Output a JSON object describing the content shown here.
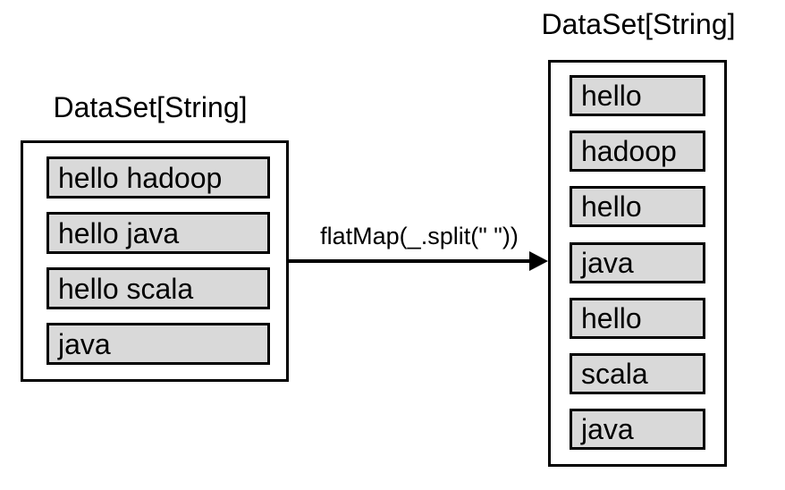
{
  "background": "#ffffff",
  "colors": {
    "item_fill": "#d9d9d9",
    "border": "#000000",
    "text": "#000000"
  },
  "left_dataset": {
    "title": "DataSet[String]",
    "items": [
      "hello hadoop",
      "hello java",
      "hello scala",
      "java"
    ]
  },
  "transform": {
    "label": "flatMap(_.split(\" \"))"
  },
  "right_dataset": {
    "title": "DataSet[String]",
    "items": [
      "hello",
      "hadoop",
      "hello",
      "java",
      "hello",
      "scala",
      "java"
    ]
  }
}
